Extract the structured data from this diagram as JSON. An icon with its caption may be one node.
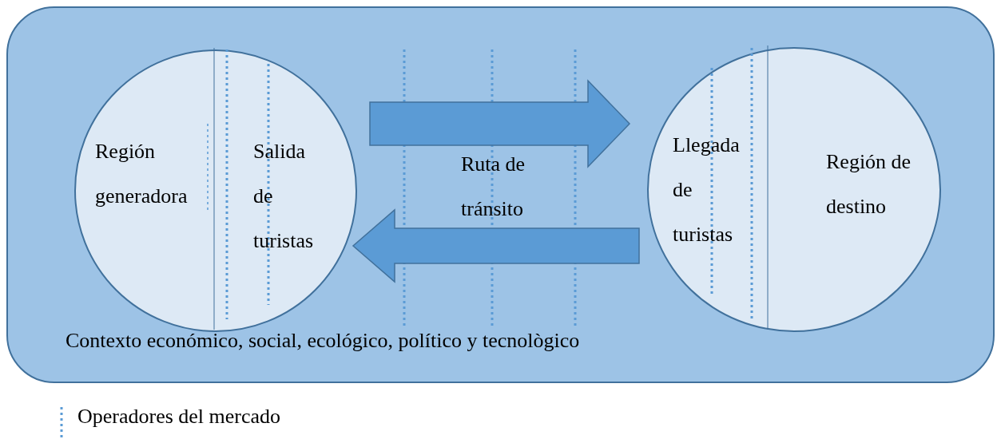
{
  "diagram": {
    "nodes": [
      {
        "text": [
          "Contexto  económico, social, ecológico, político y tecnològico"
        ]
      },
      {
        "text": [
          "Región generadora",
          "Salida de turistas"
        ],
        "in": 0
      },
      {
        "text": [
          "Llegada de turistas",
          "Región de destino"
        ],
        "in": 0
      }
    ],
    "edges": [
      {
        "from": 1,
        "to": 2,
        "arrow": "to",
        "style": "thick"
      },
      {
        "from": 2,
        "to": 1,
        "arrow": "to",
        "style": "thick"
      }
    ],
    "labels": [
      "Ruta de tránsito"
    ],
    "legend": [
      {
        "text": "Operadores del mercado"
      }
    ]
  }
}
